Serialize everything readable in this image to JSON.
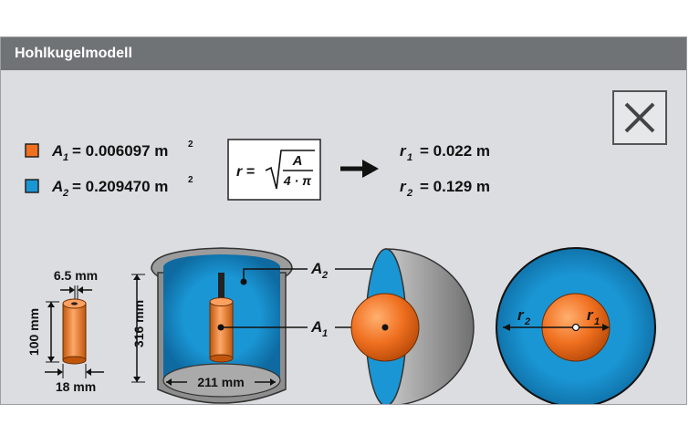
{
  "window": {
    "title": "Hohlkugelmodell"
  },
  "legend": [
    {
      "symbol": "A",
      "sub": "1",
      "value": "= 0.006097 m",
      "exp": "2",
      "color": "#f07020"
    },
    {
      "symbol": "A",
      "sub": "2",
      "value": "= 0.209470 m",
      "exp": "2",
      "color": "#1a96d4"
    }
  ],
  "formula": {
    "lhs": "r =",
    "numerator": "A",
    "denominator": "4 · π"
  },
  "results": [
    {
      "symbol": "r",
      "sub": "1",
      "value": "= 0.022 m"
    },
    {
      "symbol": "r",
      "sub": "2",
      "value": "= 0.129 m"
    }
  ],
  "tube": {
    "inner_diameter": "6.5 mm",
    "height": "100 mm",
    "outer_diameter": "18 mm"
  },
  "cylinder": {
    "height": "316 mm",
    "diameter": "211 mm"
  },
  "area_labels": {
    "a2": {
      "symbol": "A",
      "sub": "2"
    },
    "a1": {
      "symbol": "A",
      "sub": "1"
    }
  },
  "circle_labels": {
    "r2": {
      "symbol": "r",
      "sub": "2"
    },
    "r1": {
      "symbol": "r",
      "sub": "1"
    }
  },
  "colors": {
    "inner": "#f07020",
    "outer": "#1a96d4",
    "vessel": "#9a9a9a",
    "titlebar": "#707376"
  },
  "icons": {
    "close": "close-icon",
    "arrow": "arrow-right-icon"
  }
}
